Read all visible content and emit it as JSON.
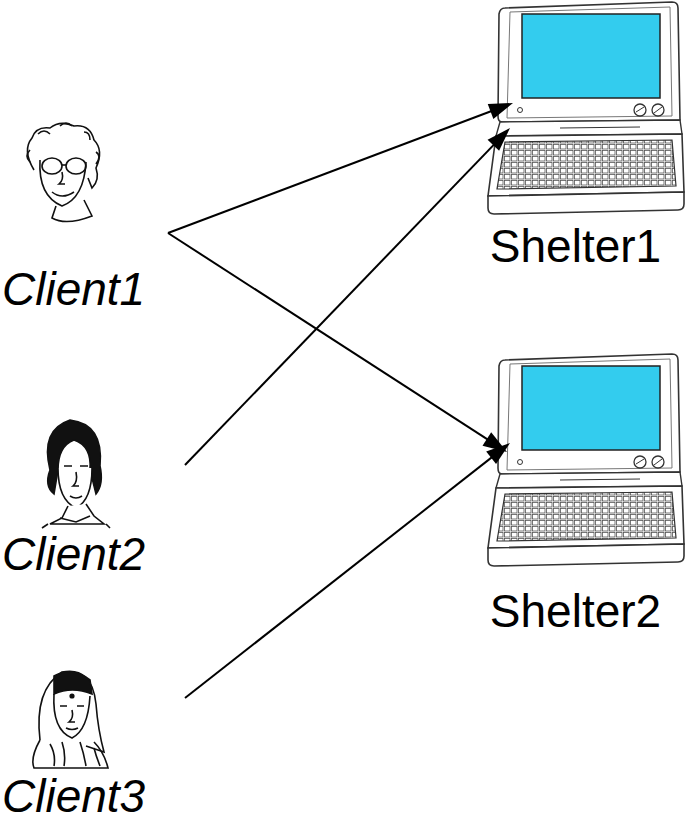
{
  "diagram": {
    "nodes": [
      {
        "text": [
          "Client1"
        ]
      },
      {
        "text": [
          "Client2"
        ]
      },
      {
        "text": [
          "Client3"
        ]
      },
      {
        "text": [
          "Shelter1"
        ]
      },
      {
        "text": [
          "Shelter2"
        ]
      }
    ],
    "edges": [
      {
        "from": 0,
        "to": 3,
        "arrow": "to"
      },
      {
        "from": 0,
        "to": 4,
        "arrow": "to"
      },
      {
        "from": 1,
        "to": 3,
        "arrow": "to"
      },
      {
        "from": 2,
        "to": 4,
        "arrow": "to"
      }
    ]
  }
}
